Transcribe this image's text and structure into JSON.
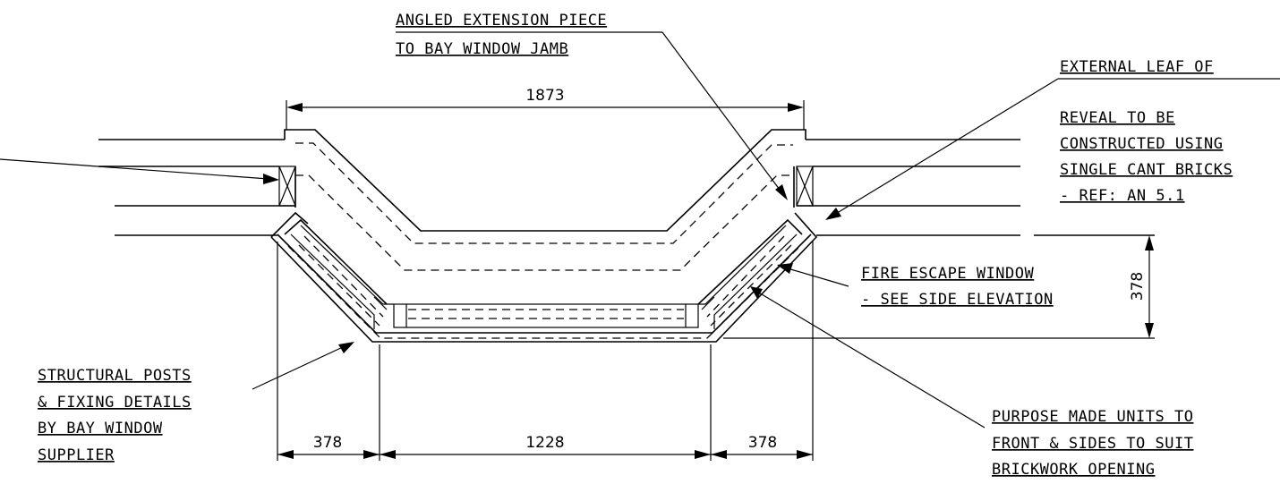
{
  "labels": {
    "angled_extension": [
      "ANGLED EXTENSION PIECE",
      "TO BAY WINDOW JAMB"
    ],
    "external_leaf": [
      "EXTERNAL LEAF OF",
      "REVEAL TO BE",
      "CONSTRUCTED USING",
      "SINGLE CANT BRICKS",
      "- REF: AN 5.1"
    ],
    "fire_escape": [
      "FIRE ESCAPE WINDOW",
      "- SEE SIDE ELEVATION"
    ],
    "structural_posts": [
      "STRUCTURAL POSTS",
      "& FIXING DETAILS",
      "BY BAY WINDOW",
      "SUPPLIER"
    ],
    "purpose_made": [
      "PURPOSE MADE UNITS TO",
      "FRONT & SIDES TO SUIT",
      "BRICKWORK OPENING"
    ]
  },
  "dimensions": {
    "overall_width": "1873",
    "projection": "378",
    "bottom_left": "378",
    "bottom_center": "1228",
    "bottom_right": "378"
  }
}
